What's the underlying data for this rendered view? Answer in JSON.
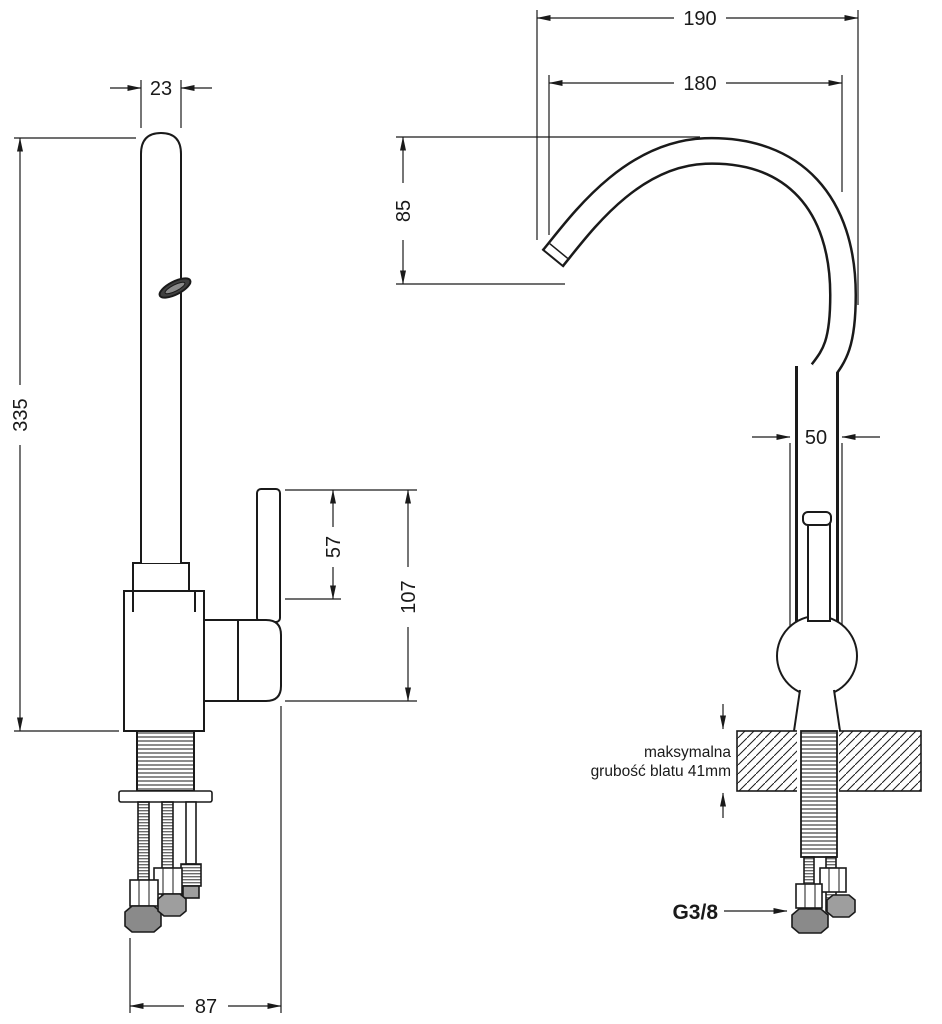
{
  "left_view": {
    "spout_width": "23",
    "total_height": "335",
    "handle_height": "57",
    "body_height": "107",
    "base_width": "87"
  },
  "right_view": {
    "overall_reach": "190",
    "spout_reach": "180",
    "spout_drop": "85",
    "body_width": "50",
    "counter_note_line1": "maksymalna",
    "counter_note_line2": "grubość blatu 41mm",
    "thread_size": "G3/8"
  },
  "colors": {
    "line": "#1a1a1a",
    "background": "#ffffff",
    "metal_dark": "#8a8a8a",
    "metal_light": "#9e9e9e",
    "aerator_dark": "#3f3f3f"
  }
}
